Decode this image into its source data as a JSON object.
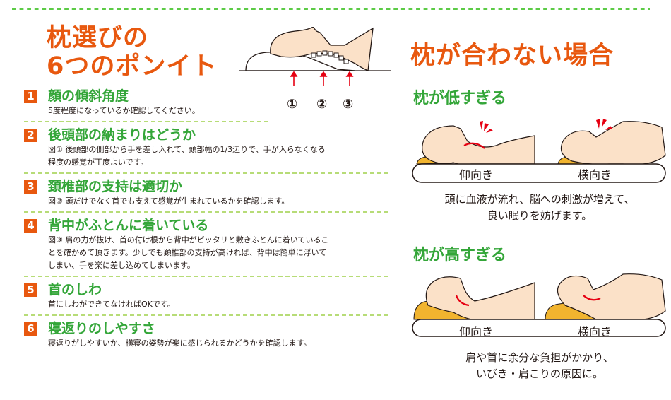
{
  "left": {
    "title_line1": "枕選びの",
    "title_line2": "6つのポンイト",
    "diagram": {
      "markers": [
        "①",
        "②",
        "③"
      ]
    },
    "items": [
      {
        "num": "1",
        "heading": "顔の傾斜角度",
        "body": [
          "5度程度になっているか確認してください。"
        ]
      },
      {
        "num": "2",
        "heading": "後頭部の納まりはどうか",
        "body": [
          "図① 後頭部の側部から手を差し入れて、頭部幅の1/3辺りで、手が入らなくなる",
          "程度の感覚が丁度よいです。"
        ]
      },
      {
        "num": "3",
        "heading": "頚椎部の支持は適切か",
        "body": [
          "図② 頭だけでなく首でも支えて感覚が生まれているかを確認します。"
        ]
      },
      {
        "num": "4",
        "heading": "背中がふとんに着いている",
        "body": [
          "図③ 肩の力が抜け、首の付け根から背中がピッタリと敷きふとんに着いているこ",
          "とを確かめて頂きます。少しでも頚椎部の支持が高ければ、背中は簡単に浮いて",
          "しまい、手を楽に差し込めてしまいます。"
        ]
      },
      {
        "num": "5",
        "heading": "首のしわ",
        "body": [
          "首にしわができてなければOKです。"
        ]
      },
      {
        "num": "6",
        "heading": "寝返りのしやすさ",
        "body": [
          "寝返りがしやすいか、横寝の姿勢が楽に感じられるかどうかを確認します。"
        ]
      }
    ]
  },
  "right": {
    "title": "枕が合わない場合",
    "low": {
      "heading": "枕が低すぎる",
      "labels": [
        "仰向き",
        "横向き"
      ],
      "caption_line1": "頭に血液が流れ、脳への刺激が増えて、",
      "caption_line2": "良い眠りを妨げます。"
    },
    "high": {
      "heading": "枕が高すぎる",
      "labels": [
        "仰向き",
        "横向き"
      ],
      "caption_line1": "肩や首に余分な負担がかかり、",
      "caption_line2": "いびき・肩こりの原因に。"
    }
  },
  "colors": {
    "orange": "#e8580f",
    "green": "#34a639",
    "skin": "#fbe1c8",
    "pillow": "#f1b42f",
    "alert_red": "#e60012",
    "dash_top": "#5ccb46",
    "dash_light": "#b7dc77"
  }
}
